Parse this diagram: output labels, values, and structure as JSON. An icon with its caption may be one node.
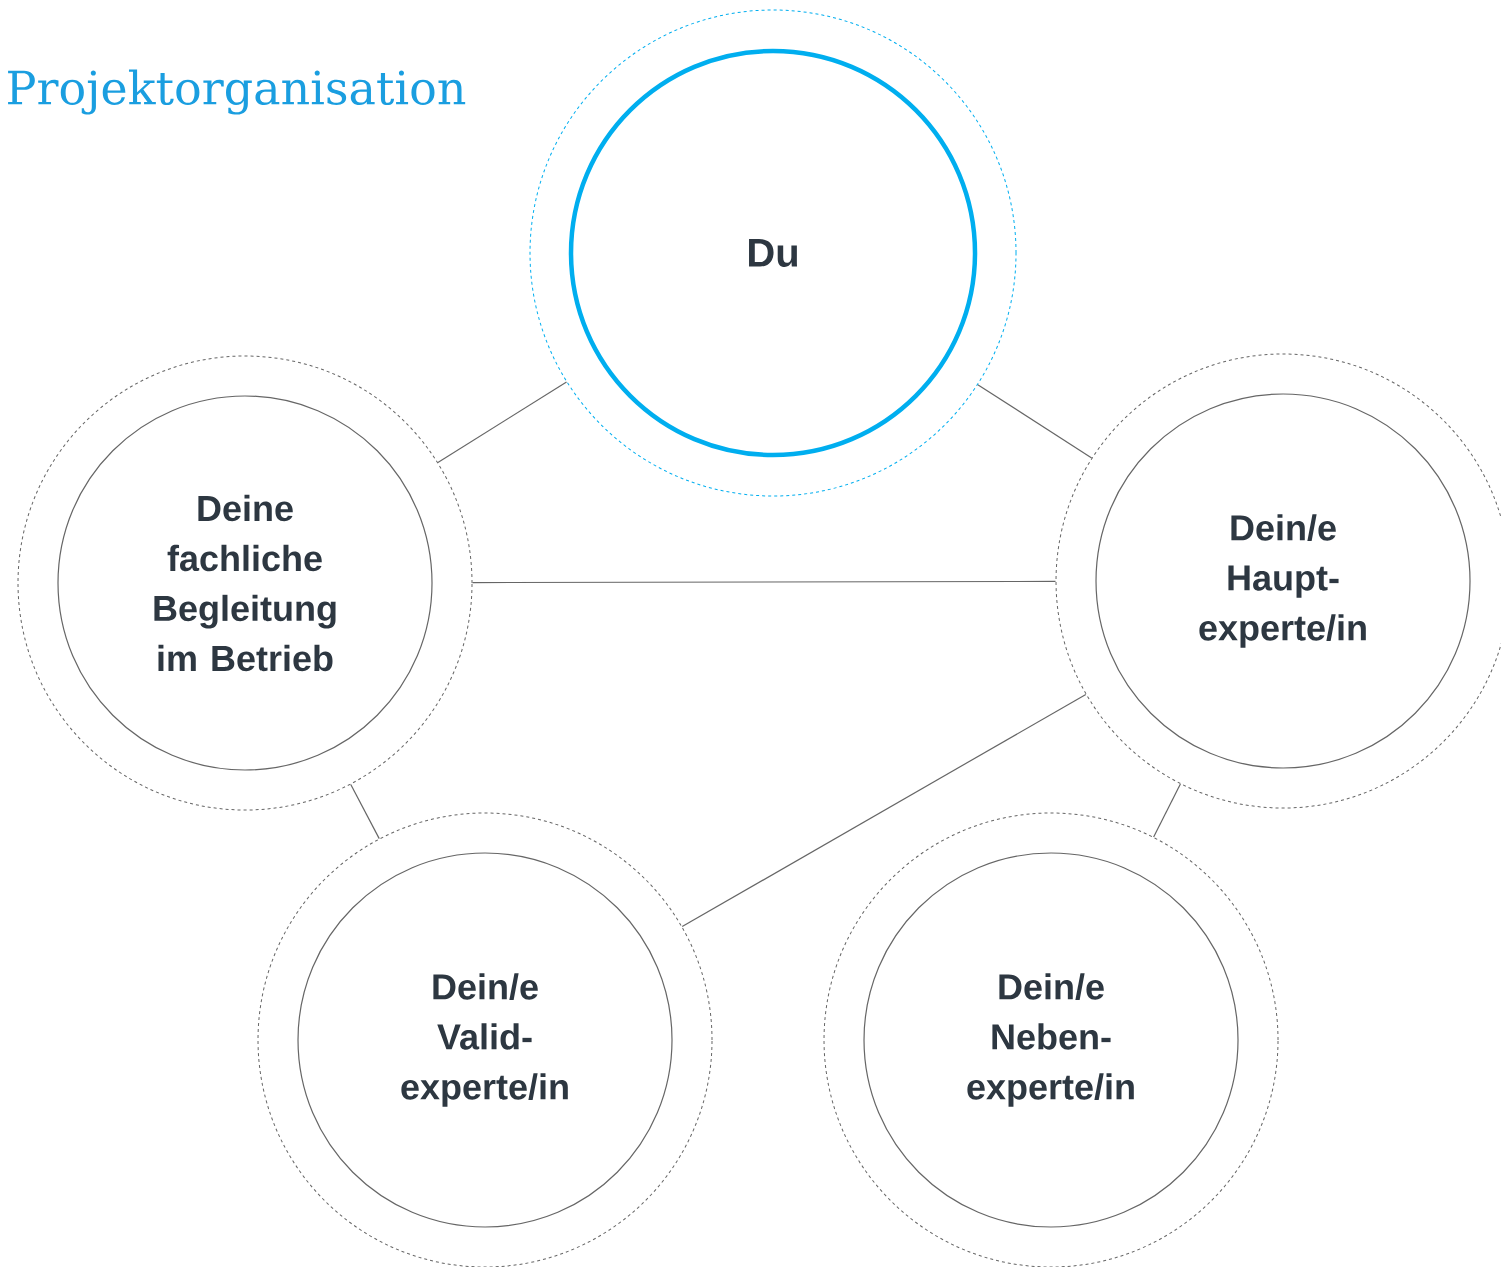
{
  "diagram": {
    "title": "Projektorganisation",
    "nodes": [
      {
        "text": [
          "Du"
        ]
      },
      {
        "text": [
          "Deine fachliche Begleitung im Betrieb"
        ]
      },
      {
        "text": [
          "Dein/e Haupt-experte/in"
        ]
      },
      {
        "text": [
          "Dein/e Valid-experte/in"
        ]
      },
      {
        "text": [
          "Dein/e Neben-experte/in"
        ]
      }
    ],
    "edges": [
      {
        "from": 0,
        "to": 1,
        "arrow": "none"
      },
      {
        "from": 0,
        "to": 2,
        "arrow": "none"
      },
      {
        "from": 1,
        "to": 2,
        "arrow": "none"
      },
      {
        "from": 2,
        "to": 3,
        "arrow": "none"
      },
      {
        "from": 1,
        "to": 3,
        "arrow": "none"
      },
      {
        "from": 2,
        "to": 4,
        "arrow": "none"
      }
    ]
  }
}
